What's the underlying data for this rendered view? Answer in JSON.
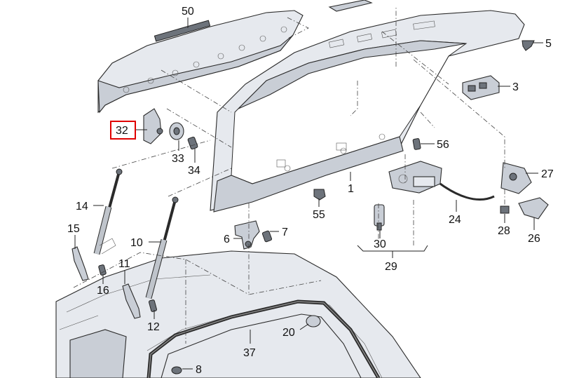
{
  "diagram": {
    "labels": {
      "p50": "50",
      "p5": "5",
      "p3": "3",
      "p32": "32",
      "p33": "33",
      "p34": "34",
      "p56": "56",
      "p27": "27",
      "p1": "1",
      "p55": "55",
      "p14": "14",
      "p15": "15",
      "p16": "16",
      "p10": "10",
      "p11": "11",
      "p12": "12",
      "p6": "6",
      "p7": "7",
      "p24": "24",
      "p28": "28",
      "p26": "26",
      "p30": "30",
      "p29": "29",
      "p20": "20",
      "p37": "37",
      "p8": "8"
    },
    "highlight_label": "32",
    "colors": {
      "highlight": "#e00000",
      "part_fill": "#e6e9ee",
      "line": "#222222"
    }
  }
}
